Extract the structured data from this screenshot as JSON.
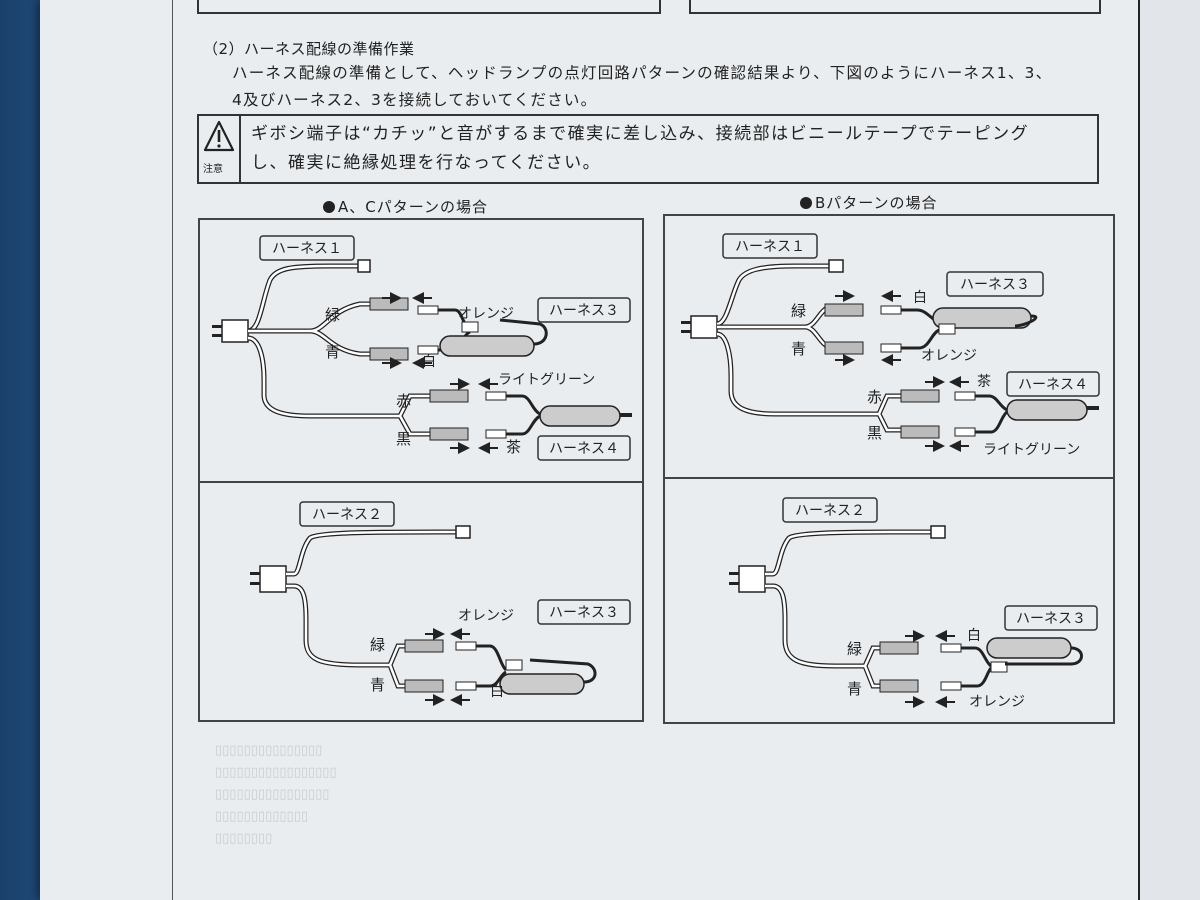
{
  "section": {
    "title": "（2）ハーネス配線の準備作業",
    "lines": [
      "ハーネス配線の準備として、ヘッドランプの点灯回路パターンの確認結果より、下図のようにハーネス1、3、",
      "4及びハーネス2、3を接続しておいてください。"
    ]
  },
  "caution": {
    "label": "注意",
    "icon": "warning-triangle-icon",
    "lines": [
      "ギボシ端子は“カチッ”と音がするまで確実に差し込み、接続部はビニールテープでテーピング",
      "し、確実に絶縁処理を行なってください。"
    ]
  },
  "pattern_ac": {
    "title": "A、Cパターンの場合",
    "top": {
      "harness1": "ハーネス１",
      "harness3": "ハーネス３",
      "harness4": "ハーネス４",
      "green": "緑",
      "blue": "青",
      "orange": "オレンジ",
      "white": "白",
      "light_green": "ライトグリーン",
      "red": "赤",
      "black": "黒",
      "brown": "茶"
    },
    "bottom": {
      "harness2": "ハーネス２",
      "harness3": "ハーネス３",
      "green": "緑",
      "blue": "青",
      "orange": "オレンジ",
      "white": "白"
    }
  },
  "pattern_b": {
    "title": "Bパターンの場合",
    "top": {
      "harness1": "ハーネス１",
      "harness3": "ハーネス３",
      "harness4": "ハーネス４",
      "green": "緑",
      "blue": "青",
      "white": "白",
      "orange": "オレンジ",
      "red": "赤",
      "black": "黒",
      "brown": "茶",
      "light_green": "ライトグリーン"
    },
    "bottom": {
      "harness2": "ハーネス２",
      "harness3": "ハーネス３",
      "green": "緑",
      "blue": "青",
      "white": "白",
      "orange": "オレンジ"
    }
  }
}
